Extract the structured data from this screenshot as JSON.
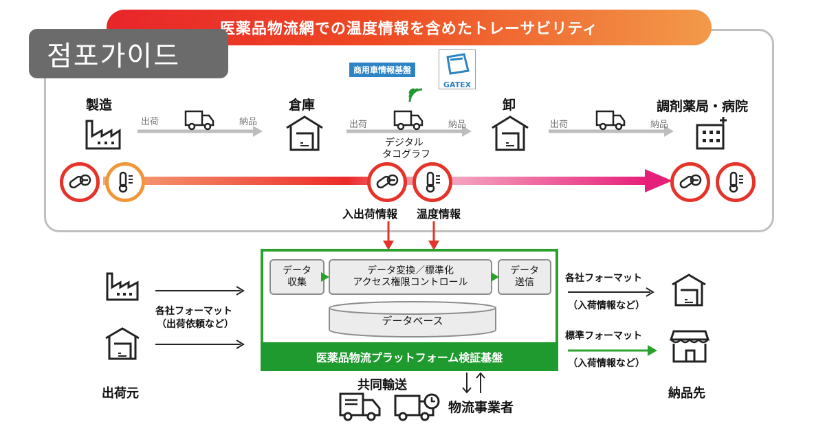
{
  "title": "医薬品物流網での温度情報を含めたトレーサビリティ",
  "watermark": "점포가이드",
  "gatex": {
    "tag": "商用車情報基盤",
    "logo": "GATEX"
  },
  "top_nodes": {
    "manufacture": "製造",
    "warehouse": "倉庫",
    "wholesale": "卸",
    "pharmacy": "調剤薬局・病院"
  },
  "top_labels": {
    "ship1": "出荷",
    "deliver1": "納品",
    "ship2": "出荷",
    "deliver2": "納品",
    "ship3": "出荷",
    "deliver3": "納品",
    "tachograph_line1": "デジタル",
    "tachograph_line2": "タコグラフ",
    "io_info": "入出荷情報",
    "temp_info": "温度情報"
  },
  "platform": {
    "collect_line1": "データ",
    "collect_line2": "収集",
    "convert_line1": "データ変換／標準化",
    "convert_line2": "アクセス権限コントロール",
    "send_line1": "データ",
    "send_line2": "送信",
    "database": "データベース",
    "name": "医薬品物流プラットフォーム検証基盤"
  },
  "left": {
    "format_line1": "各社フォーマット",
    "format_line2": "（出荷依頼など）",
    "origin": "出荷元"
  },
  "right": {
    "format_a_line1": "各社フォーマット",
    "format_a_line2": "（入荷情報など）",
    "format_b_line1": "標準フォーマット",
    "format_b_line2": "（入荷情報など）",
    "destination": "納品先"
  },
  "bottom": {
    "joint_delivery": "共同輸送",
    "logistics_operator": "物流事業者"
  },
  "colors": {
    "accent_red": "#e63329",
    "magenta": "#e6207a",
    "green": "#1f9a2e",
    "gray": "#bfbfbf"
  }
}
